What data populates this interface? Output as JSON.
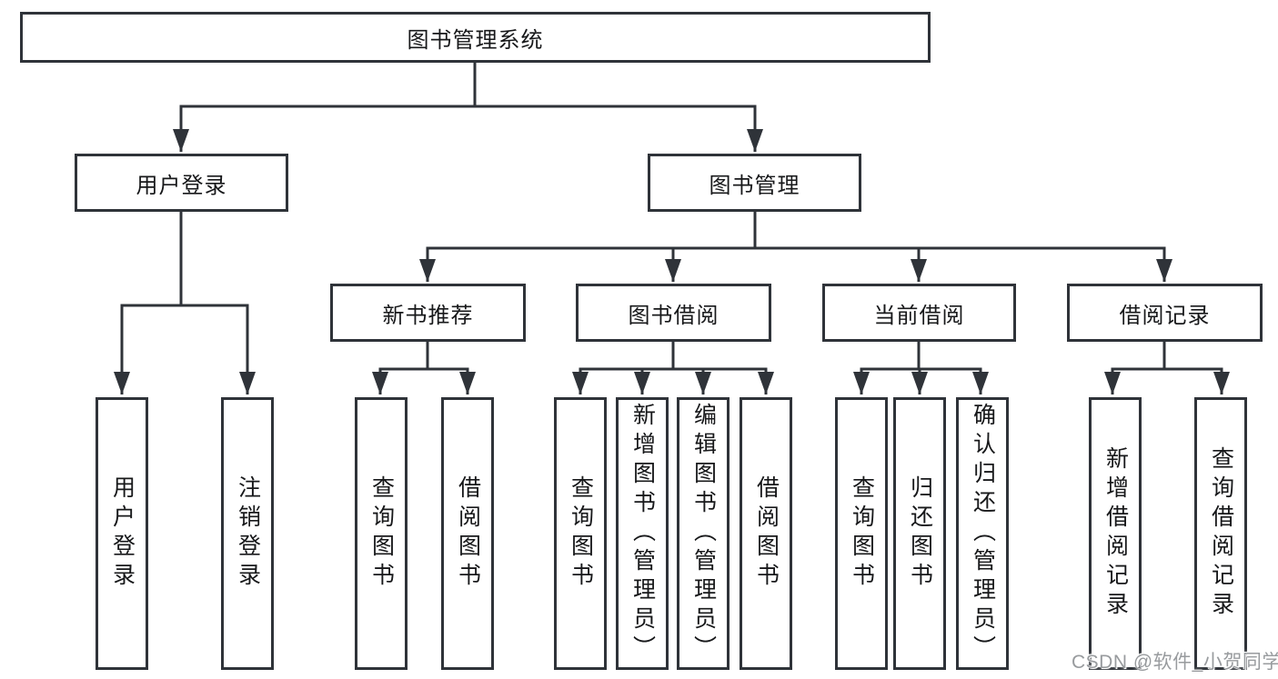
{
  "root": {
    "label": "图书管理系统"
  },
  "level2": {
    "user": {
      "label": "用户登录"
    },
    "books": {
      "label": "图书管理"
    }
  },
  "user_children": [
    {
      "label": "用户登录"
    },
    {
      "label": "注销登录"
    }
  ],
  "sections": [
    {
      "label": "新书推荐",
      "children": [
        {
          "label": "查询图书"
        },
        {
          "label": "借阅图书"
        }
      ]
    },
    {
      "label": "图书借阅",
      "children": [
        {
          "label": "查询图书"
        },
        {
          "label": "新增图书（管理员）"
        },
        {
          "label": "编辑图书（管理员）"
        },
        {
          "label": "借阅图书"
        }
      ]
    },
    {
      "label": "当前借阅",
      "children": [
        {
          "label": "查询图书"
        },
        {
          "label": "归还图书"
        },
        {
          "label": "确认归还（管理员）"
        }
      ]
    },
    {
      "label": "借阅记录",
      "children": [
        {
          "label": "新增借阅记录"
        },
        {
          "label": "查询借阅记录"
        }
      ]
    }
  ],
  "watermark": {
    "text": "CSDN @软件_小贺同学"
  },
  "colors": {
    "line": "#2f3339",
    "text": "#17181a",
    "watermark": "#989b9e",
    "background": "#ffffff"
  }
}
